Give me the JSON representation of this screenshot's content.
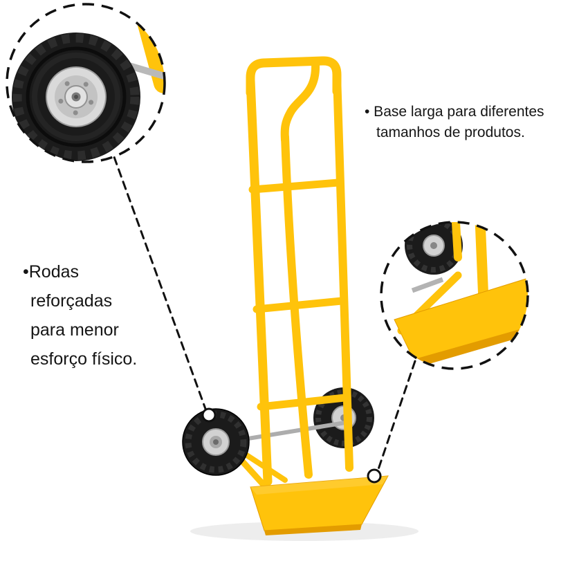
{
  "texts": {
    "base_feature": {
      "line1": "• Base larga para diferentes",
      "line2": "tamanhos de produtos."
    },
    "wheel_feature": {
      "line1": "•Rodas",
      "line2": "reforçadas",
      "line3": "para menor",
      "line4": "esforço físico."
    }
  },
  "colors": {
    "c-yellow": "#FFC30B",
    "c-yellowdark": "#E39C00",
    "c-tire": "#1b1b1b",
    "c-rim": "#d2d2d2"
  }
}
